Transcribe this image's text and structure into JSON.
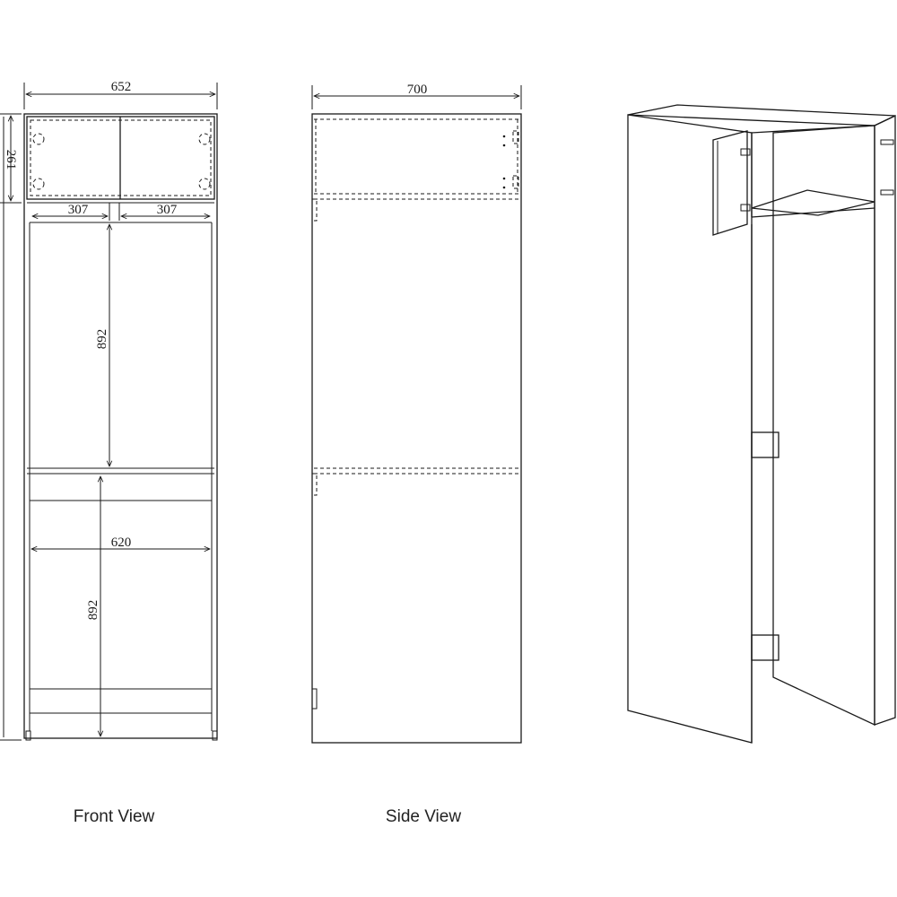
{
  "front_view": {
    "caption": "Front View",
    "dims": {
      "overall_width": "652",
      "top_height": "261",
      "left_door": "307",
      "right_door": "307",
      "upper_height": "892",
      "inner_width": "620",
      "lower_height": "892"
    }
  },
  "side_view": {
    "caption": "Side View",
    "dims": {
      "depth": "700"
    }
  },
  "iso_view": {
    "icon": "open-cabinet-perspective"
  }
}
